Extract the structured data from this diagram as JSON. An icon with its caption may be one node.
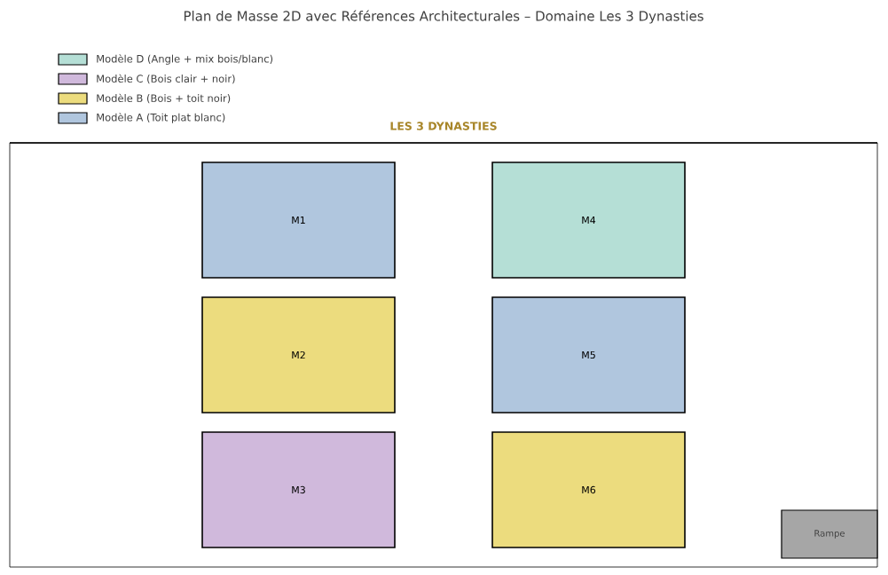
{
  "diagram": {
    "title": "Plan de Masse 2D avec Références Architecturales – Domaine Les 3 Dynasties",
    "nodes": [
      {
        "text": [
          "LES 3 DYNASTIES"
        ]
      },
      {
        "text": [
          "M1"
        ],
        "in": 0
      },
      {
        "text": [
          "M4"
        ],
        "in": 0
      },
      {
        "text": [
          "M2"
        ],
        "in": 0
      },
      {
        "text": [
          "M5"
        ],
        "in": 0
      },
      {
        "text": [
          "M3"
        ],
        "in": 0
      },
      {
        "text": [
          "M6"
        ],
        "in": 0
      },
      {
        "text": [
          "Rampe"
        ],
        "in": 0
      }
    ],
    "legend": [
      {
        "text": "Modèle D (Angle + mix bois/blanc)",
        "color": "#b5dfd6"
      },
      {
        "text": "Modèle C (Bois clair + noir)",
        "color": "#d0b9dc"
      },
      {
        "text": "Modèle B (Bois + toit noir)",
        "color": "#ecdc7e"
      },
      {
        "text": "Modèle A (Toit plat blanc)",
        "color": "#b0c6de"
      }
    ]
  }
}
